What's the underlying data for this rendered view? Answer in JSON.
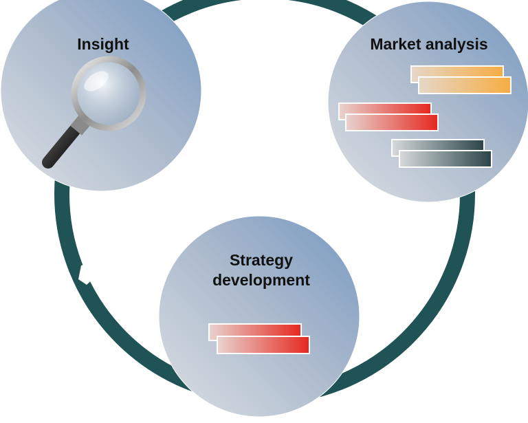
{
  "stages": [
    {
      "id": "insight",
      "title": "Insight",
      "icon": "magnifying-glass-icon"
    },
    {
      "id": "market-analysis",
      "title": "Market analysis",
      "icon": "bar-stack-icon"
    },
    {
      "id": "strategy-development",
      "title_lines": [
        "Strategy",
        "development"
      ],
      "icon": "bar-stack-icon"
    }
  ],
  "colors": {
    "cycle_ring": "#1f5356",
    "circle_light": "#d9dde2",
    "circle_dark": "#7f9dc2",
    "bar_orange": "#f5b24e",
    "bar_red": "#e5322a",
    "bar_dark": "#2f4a4c"
  }
}
